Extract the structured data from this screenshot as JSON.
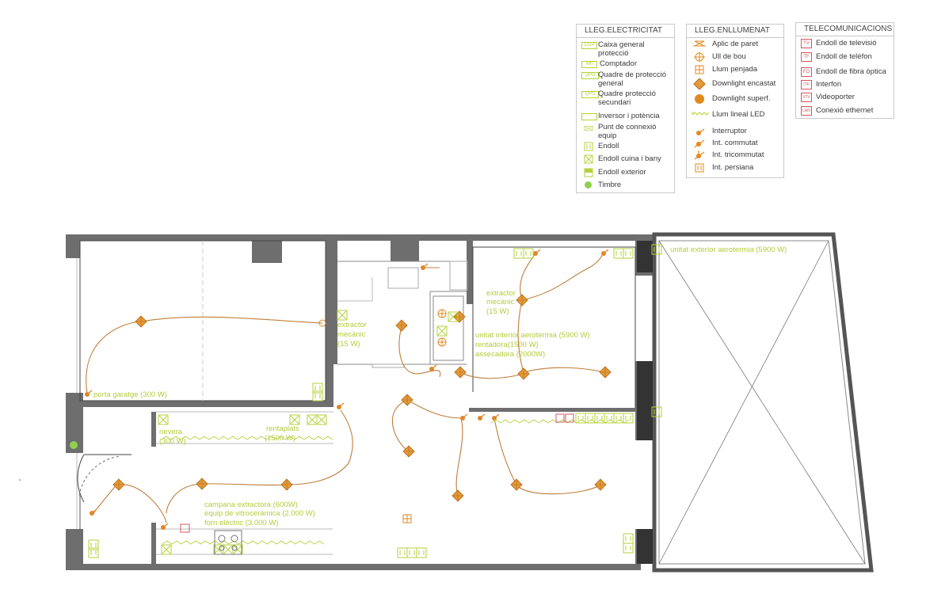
{
  "colors": {
    "wall": "#6b6b6b",
    "electric": "#b5d23a",
    "lighting": "#e08a1e",
    "telecom": "#d0585e",
    "wire": "#c07d3a",
    "terrace": "#555555"
  },
  "legends": {
    "electricitat": {
      "title": "LLEG.ELECTRICITAT",
      "items": [
        {
          "code": "CGP",
          "label": "Caixa general protecció",
          "icon": "caixa-general-proteccio-icon"
        },
        {
          "code": "Wh",
          "label": "Comptador",
          "icon": "comptador-icon"
        },
        {
          "code": "QPG",
          "label": "Quadre de protecció general",
          "icon": "quadre-proteccio-general-icon"
        },
        {
          "code": "QPS",
          "label": "Quadre protecció secundari",
          "icon": "quadre-proteccio-secundari-icon"
        },
        {
          "code": "",
          "label": "Inversor i potència",
          "icon": "inversor-icon"
        },
        {
          "code": "",
          "label": "Punt de connexió equip",
          "icon": "punt-connexio-equip-icon"
        },
        {
          "code": "",
          "label": "Endoll",
          "icon": "endoll-icon"
        },
        {
          "code": "",
          "label": "Endoll cuina i bany",
          "icon": "endoll-cuina-bany-icon"
        },
        {
          "code": "",
          "label": "Endoll exterior",
          "icon": "endoll-exterior-icon"
        },
        {
          "code": "",
          "label": "Timbre",
          "icon": "timbre-icon"
        }
      ]
    },
    "enllumenat": {
      "title": "LLEG.ENLLUMENAT",
      "items": [
        {
          "label": "Aplic de paret",
          "icon": "aplic-paret-icon"
        },
        {
          "label": "Ull de bou",
          "icon": "ull-de-bou-icon"
        },
        {
          "label": "Llum penjada",
          "icon": "llum-penjada-icon"
        },
        {
          "label": "Downlight encastat",
          "icon": "downlight-encastat-icon"
        },
        {
          "label": "Downlight superf.",
          "icon": "downlight-superficie-icon"
        },
        {
          "label": "Llum lineal LED",
          "icon": "llum-lineal-led-icon"
        },
        {
          "label": "Interruptor",
          "icon": "interruptor-icon"
        },
        {
          "label": "Int. commutat",
          "icon": "interruptor-commutat-icon"
        },
        {
          "label": "Int. tricommutat",
          "icon": "interruptor-tricommutat-icon"
        },
        {
          "label": "Int. persiana",
          "icon": "interruptor-persiana-icon"
        }
      ]
    },
    "telecomunicacions": {
      "title": "TELECOMUNICACIONS",
      "items": [
        {
          "code": "TV",
          "label": "Endoll de televisió",
          "icon": "endoll-televisio-icon"
        },
        {
          "code": "TF",
          "label": "Endoll de telèfon",
          "icon": "endoll-telefon-icon"
        },
        {
          "code": "FO",
          "label": "Endoll de fibra òptica",
          "icon": "endoll-fibra-optica-icon"
        },
        {
          "code": "ITF",
          "label": "Interfon",
          "icon": "interfon-icon"
        },
        {
          "code": "VTV",
          "label": "Videoporter",
          "icon": "videoporter-icon"
        },
        {
          "code": "LAN",
          "label": "Conexió ethernet",
          "icon": "conexio-ethernet-icon"
        }
      ]
    }
  },
  "plan_labels": {
    "exterior_unit": "unitat exterior aerotermia (5900 W)",
    "extractor_1": [
      "extractor",
      "mecànic",
      "(15 W)"
    ],
    "extractor_2": [
      "extractor",
      "mecànic",
      "(15 W)"
    ],
    "interior_unit": [
      "unitat interior aerotermia (5900 W)",
      "rentadora(1500 W)",
      "assecadora (2000W)"
    ],
    "garage_door": "porta garatge (300 W)",
    "fridge": [
      "nevera",
      "(300 W)"
    ],
    "dishwasher": [
      "rentaplats",
      "(1500 W)"
    ],
    "kitchen": [
      "campana extractora (600W)",
      "equip de vitroceràmica (2.000 W)",
      "forn elèctric (3.000 W)"
    ]
  }
}
